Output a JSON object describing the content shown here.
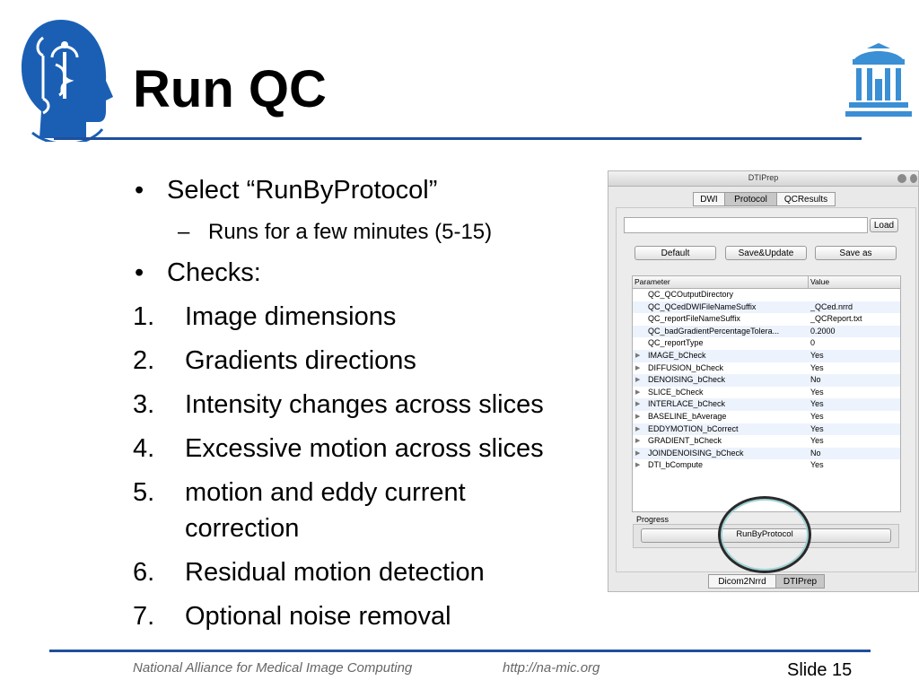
{
  "slide": {
    "title": "Run QC",
    "bullets": [
      {
        "mark": "•",
        "text": "Select “RunByProtocol”"
      },
      {
        "mark": "•",
        "text": "Checks:"
      }
    ],
    "sub_bullets": [
      {
        "mark": "–",
        "text": "Runs for a few minutes (5-15)"
      }
    ],
    "numbered": [
      {
        "n": "1.",
        "text": "Image dimensions"
      },
      {
        "n": "2.",
        "text": "Gradients directions"
      },
      {
        "n": "3.",
        "text": "Intensity changes across slices"
      },
      {
        "n": "4.",
        "text": "Excessive motion across slices"
      },
      {
        "n": "5.",
        "text": "motion and eddy current"
      },
      {
        "n": "",
        "text": "correction"
      },
      {
        "n": "6.",
        "text": "Residual motion detection"
      },
      {
        "n": "7.",
        "text": "Optional noise removal"
      }
    ],
    "footer": {
      "org": "National Alliance for Medical Image Computing",
      "url": "http://na-mic.org",
      "slide_number": "Slide 15"
    }
  },
  "window": {
    "title": "DTIPrep",
    "tabs": [
      "DWI",
      "Protocol",
      "QCResults"
    ],
    "active_tab": "Protocol",
    "load_button": "Load",
    "default_button": "Default",
    "save_update_button": "Save&Update",
    "save_as_button": "Save as",
    "table": {
      "headers": [
        "Parameter",
        "Value"
      ],
      "rows": [
        {
          "expand": "",
          "param": "QC_QCOutputDirectory",
          "value": ""
        },
        {
          "expand": "",
          "param": "QC_QCedDWIFileNameSuffix",
          "value": "_QCed.nrrd"
        },
        {
          "expand": "",
          "param": "QC_reportFileNameSuffix",
          "value": "_QCReport.txt"
        },
        {
          "expand": "",
          "param": "QC_badGradientPercentageTolera...",
          "value": "0.2000"
        },
        {
          "expand": "",
          "param": "QC_reportType",
          "value": "0"
        },
        {
          "expand": "▶",
          "param": "IMAGE_bCheck",
          "value": "Yes"
        },
        {
          "expand": "▶",
          "param": "DIFFUSION_bCheck",
          "value": "Yes"
        },
        {
          "expand": "▶",
          "param": "DENOISING_bCheck",
          "value": "No"
        },
        {
          "expand": "▶",
          "param": "SLICE_bCheck",
          "value": "Yes"
        },
        {
          "expand": "▶",
          "param": "INTERLACE_bCheck",
          "value": "Yes"
        },
        {
          "expand": "▶",
          "param": "BASELINE_bAverage",
          "value": "Yes"
        },
        {
          "expand": "▶",
          "param": "EDDYMOTION_bCorrect",
          "value": "Yes"
        },
        {
          "expand": "▶",
          "param": "GRADIENT_bCheck",
          "value": "Yes"
        },
        {
          "expand": "▶",
          "param": "JOINDENOISING_bCheck",
          "value": "No"
        },
        {
          "expand": "▶",
          "param": "DTI_bCompute",
          "value": "Yes"
        }
      ]
    },
    "progress_label": "Progress",
    "run_button": "RunByProtocol",
    "bottom_tabs": [
      "Dicom2Nrrd",
      "DTIPrep"
    ],
    "bottom_active_tab": "DTIPrep"
  },
  "colors": {
    "accent": "#1f4f9e",
    "logo_blue": "#1a5fb4",
    "highlight_ring": "#9fd3d6"
  },
  "icons": [
    "slicer-head-logo-icon",
    "unc-old-well-logo-icon"
  ]
}
